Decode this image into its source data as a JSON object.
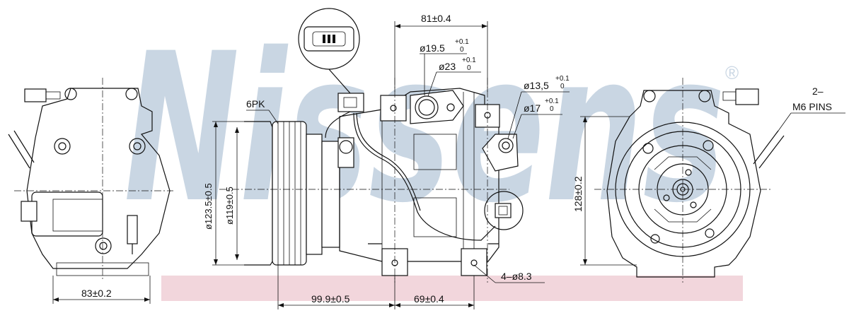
{
  "watermark": {
    "brand": "Nissens",
    "registered": "®",
    "color": "#c9d6e3",
    "band_color": "#f2d6dc"
  },
  "labels": {
    "belt": "6PK",
    "pins": "2–",
    "pins_size": "M6 PINS",
    "holes": "4–ø8.3"
  },
  "dims": {
    "top_width": "81±0.4",
    "d195": "ø19.5",
    "d195_tol": "+0.1",
    "d195_tol2": "0",
    "d23": "ø23",
    "d23_tol": "+0.1",
    "d23_tol2": "0",
    "d135": "ø13,5",
    "d135_tol": "+0.1",
    "d135_tol2": "0",
    "d17": "ø17",
    "d17_tol": "+0.1",
    "d17_tol2": "0",
    "pulley_outer": "ø123.5±0.5",
    "pulley_inner": "ø119±0.5",
    "height": "128±0.2",
    "left_width": "83±0.2",
    "length1": "99.9±0.5",
    "length2": "69±0.4"
  }
}
